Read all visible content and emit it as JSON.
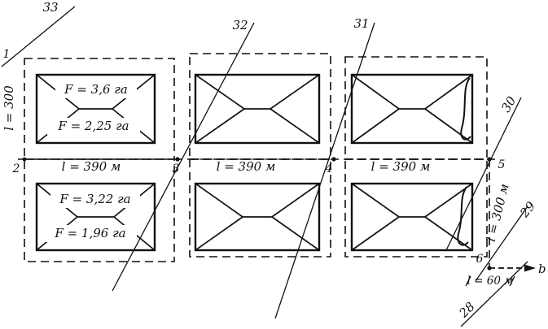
{
  "diagram": {
    "survey_lines": {
      "l28": "28",
      "l29": "29",
      "l30": "30",
      "l31": "31",
      "l32": "32",
      "l33": "33"
    },
    "points": {
      "p1": "1",
      "p2": "2",
      "p3": "3",
      "p4": "4",
      "p5": "5",
      "p6": "6"
    },
    "areas": {
      "top_left_upper": "F = 3,6 га",
      "top_left_lower": "F = 2,25 га",
      "bottom_left_upper": "F = 3,22 га",
      "bottom_left_lower": "F = 1,96 га"
    },
    "lengths": {
      "left_side": "l = 300",
      "span_2_3": "l = 390 м",
      "span_3_4": "l = 390 м",
      "span_4_5": "l = 390 м",
      "right_side": "l = 300 м",
      "bottom_offset": "l = 60 м"
    },
    "direction_label": "b"
  }
}
